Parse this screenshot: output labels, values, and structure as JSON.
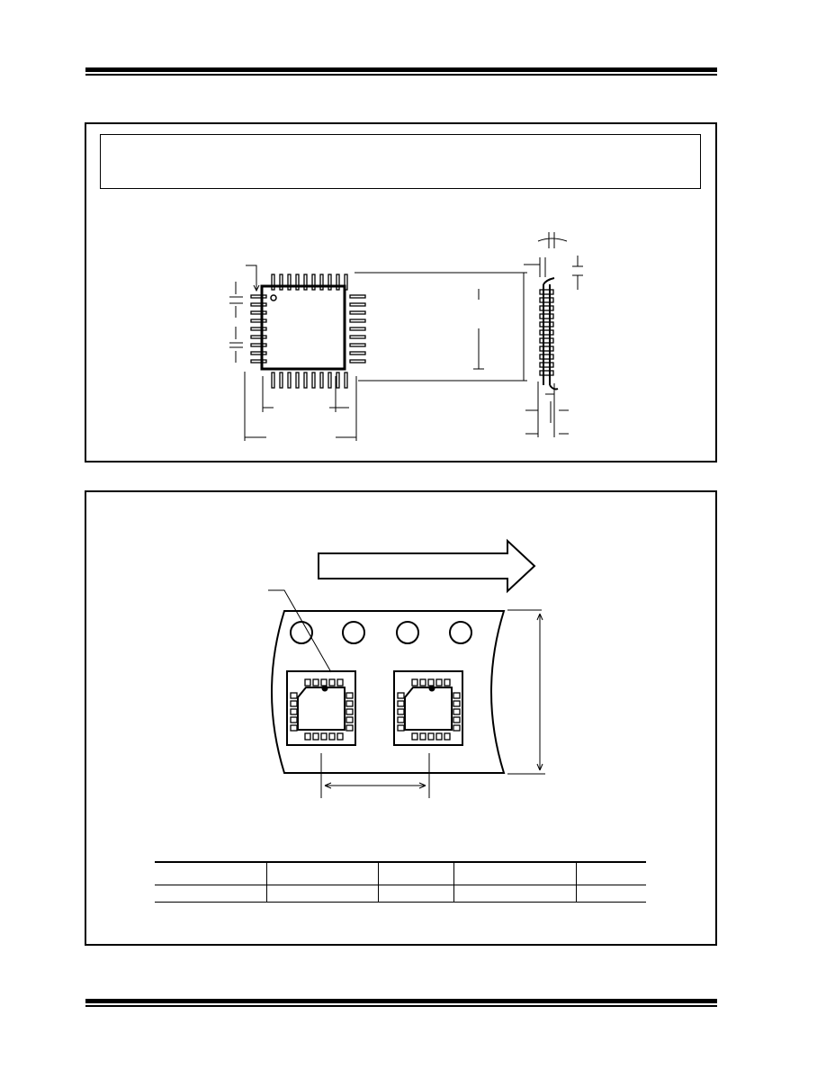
{
  "page": {
    "ink_color": "#000000",
    "background_color": "#ffffff"
  },
  "package_figure": {
    "notice_text": "",
    "top_view_icon": "package-top-view-drawing",
    "side_view_icon": "package-side-view-drawing"
  },
  "tape_figure": {
    "direction_icon": "feed-direction-arrow",
    "tape_icon": "carrier-tape-drawing",
    "table": {
      "header_cells": [
        "",
        "",
        "",
        "",
        ""
      ],
      "row_cells": [
        "",
        "",
        "",
        "",
        ""
      ]
    }
  }
}
